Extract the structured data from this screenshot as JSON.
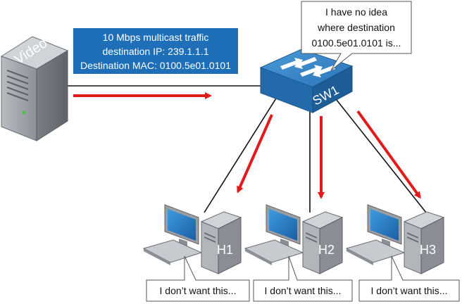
{
  "server": {
    "label": "Video"
  },
  "info_box": {
    "line1": "10 Mbps multicast traffic",
    "line2": "destination IP: 239.1.1.1",
    "line3": "Destination MAC: 0100.5e01.0101",
    "color": "#1F6FB8"
  },
  "switch": {
    "label": "SW1",
    "color": "#2A7BC0"
  },
  "switch_callout": {
    "line1": "I have no idea",
    "line2": "where destination",
    "line3": "0100.5e01.0101 is..."
  },
  "hosts": [
    {
      "label": "H1",
      "callout": "I don’t want this..."
    },
    {
      "label": "H2",
      "callout": "I don’t want this..."
    },
    {
      "label": "H3",
      "callout": "I don’t want this..."
    }
  ],
  "arrow_color": "#E01B1B"
}
